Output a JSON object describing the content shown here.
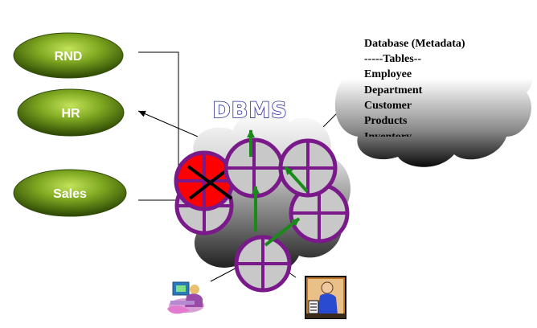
{
  "departments": [
    {
      "id": "rnd",
      "label": "RND"
    },
    {
      "id": "hr",
      "label": "HR"
    },
    {
      "id": "sales",
      "label": "Sales"
    }
  ],
  "dbms": {
    "title": "DBMS"
  },
  "metadata": {
    "lines": [
      "Database (Metadata)",
      "-----Tables--",
      "Employee",
      "Department",
      "Customer",
      "Products",
      "Inventory"
    ]
  },
  "colors": {
    "pill_dark": "#2e4a05",
    "pill_light": "#bfe055",
    "lock_ring": "#7a1a8a",
    "lock_fill": "#c8c8c8",
    "failed_fill": "#ff0000",
    "arrow_green": "#1a8a1a",
    "title_outline": "#2a2d9c"
  },
  "icons": [
    "computer-user-icon",
    "office-worker-icon"
  ]
}
